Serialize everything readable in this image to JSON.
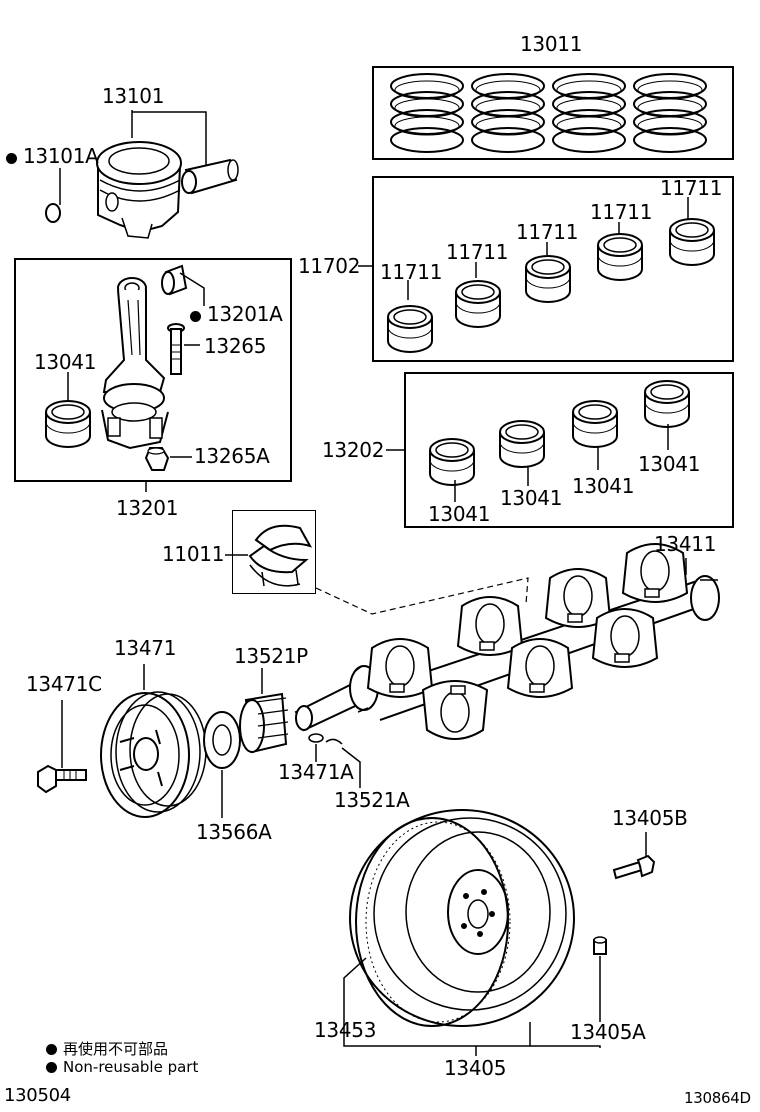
{
  "labels": {
    "piston_rings": "13011",
    "piston_set": "13101",
    "piston_pin_clip": "13101A",
    "main_bearings_set": "11702",
    "main_bearing_1": "11711",
    "main_bearing_2": "11711",
    "main_bearing_3": "11711",
    "main_bearing_4": "11711",
    "main_bearing_5": "11711",
    "rod_bushing": "13201A",
    "rod_bolt": "13265",
    "rod_bearing_in_rod": "13041",
    "rod_nut": "13265A",
    "connecting_rod_assy": "13201",
    "rod_bearings_set": "13202",
    "rod_bearing_1": "13041",
    "rod_bearing_2": "13041",
    "rod_bearing_3": "13041",
    "rod_bearing_4": "13041",
    "crankshaft": "13411",
    "thrust_washer": "11011",
    "crank_pulley": "13471",
    "pulley_bolt": "13471C",
    "timing_gear": "13521P",
    "pulley_key": "13471A",
    "gear_key": "13521A",
    "pulley_washer": "13566A",
    "flywheel_bolt": "13405B",
    "ring_gear": "13453",
    "flywheel_pin": "13405A",
    "flywheel_assy": "13405"
  },
  "legend": {
    "line_ja": "再使用不可部品",
    "line_en": "Non-reusable part"
  },
  "footer": {
    "left_code": "130504",
    "right_code": "130864D"
  }
}
